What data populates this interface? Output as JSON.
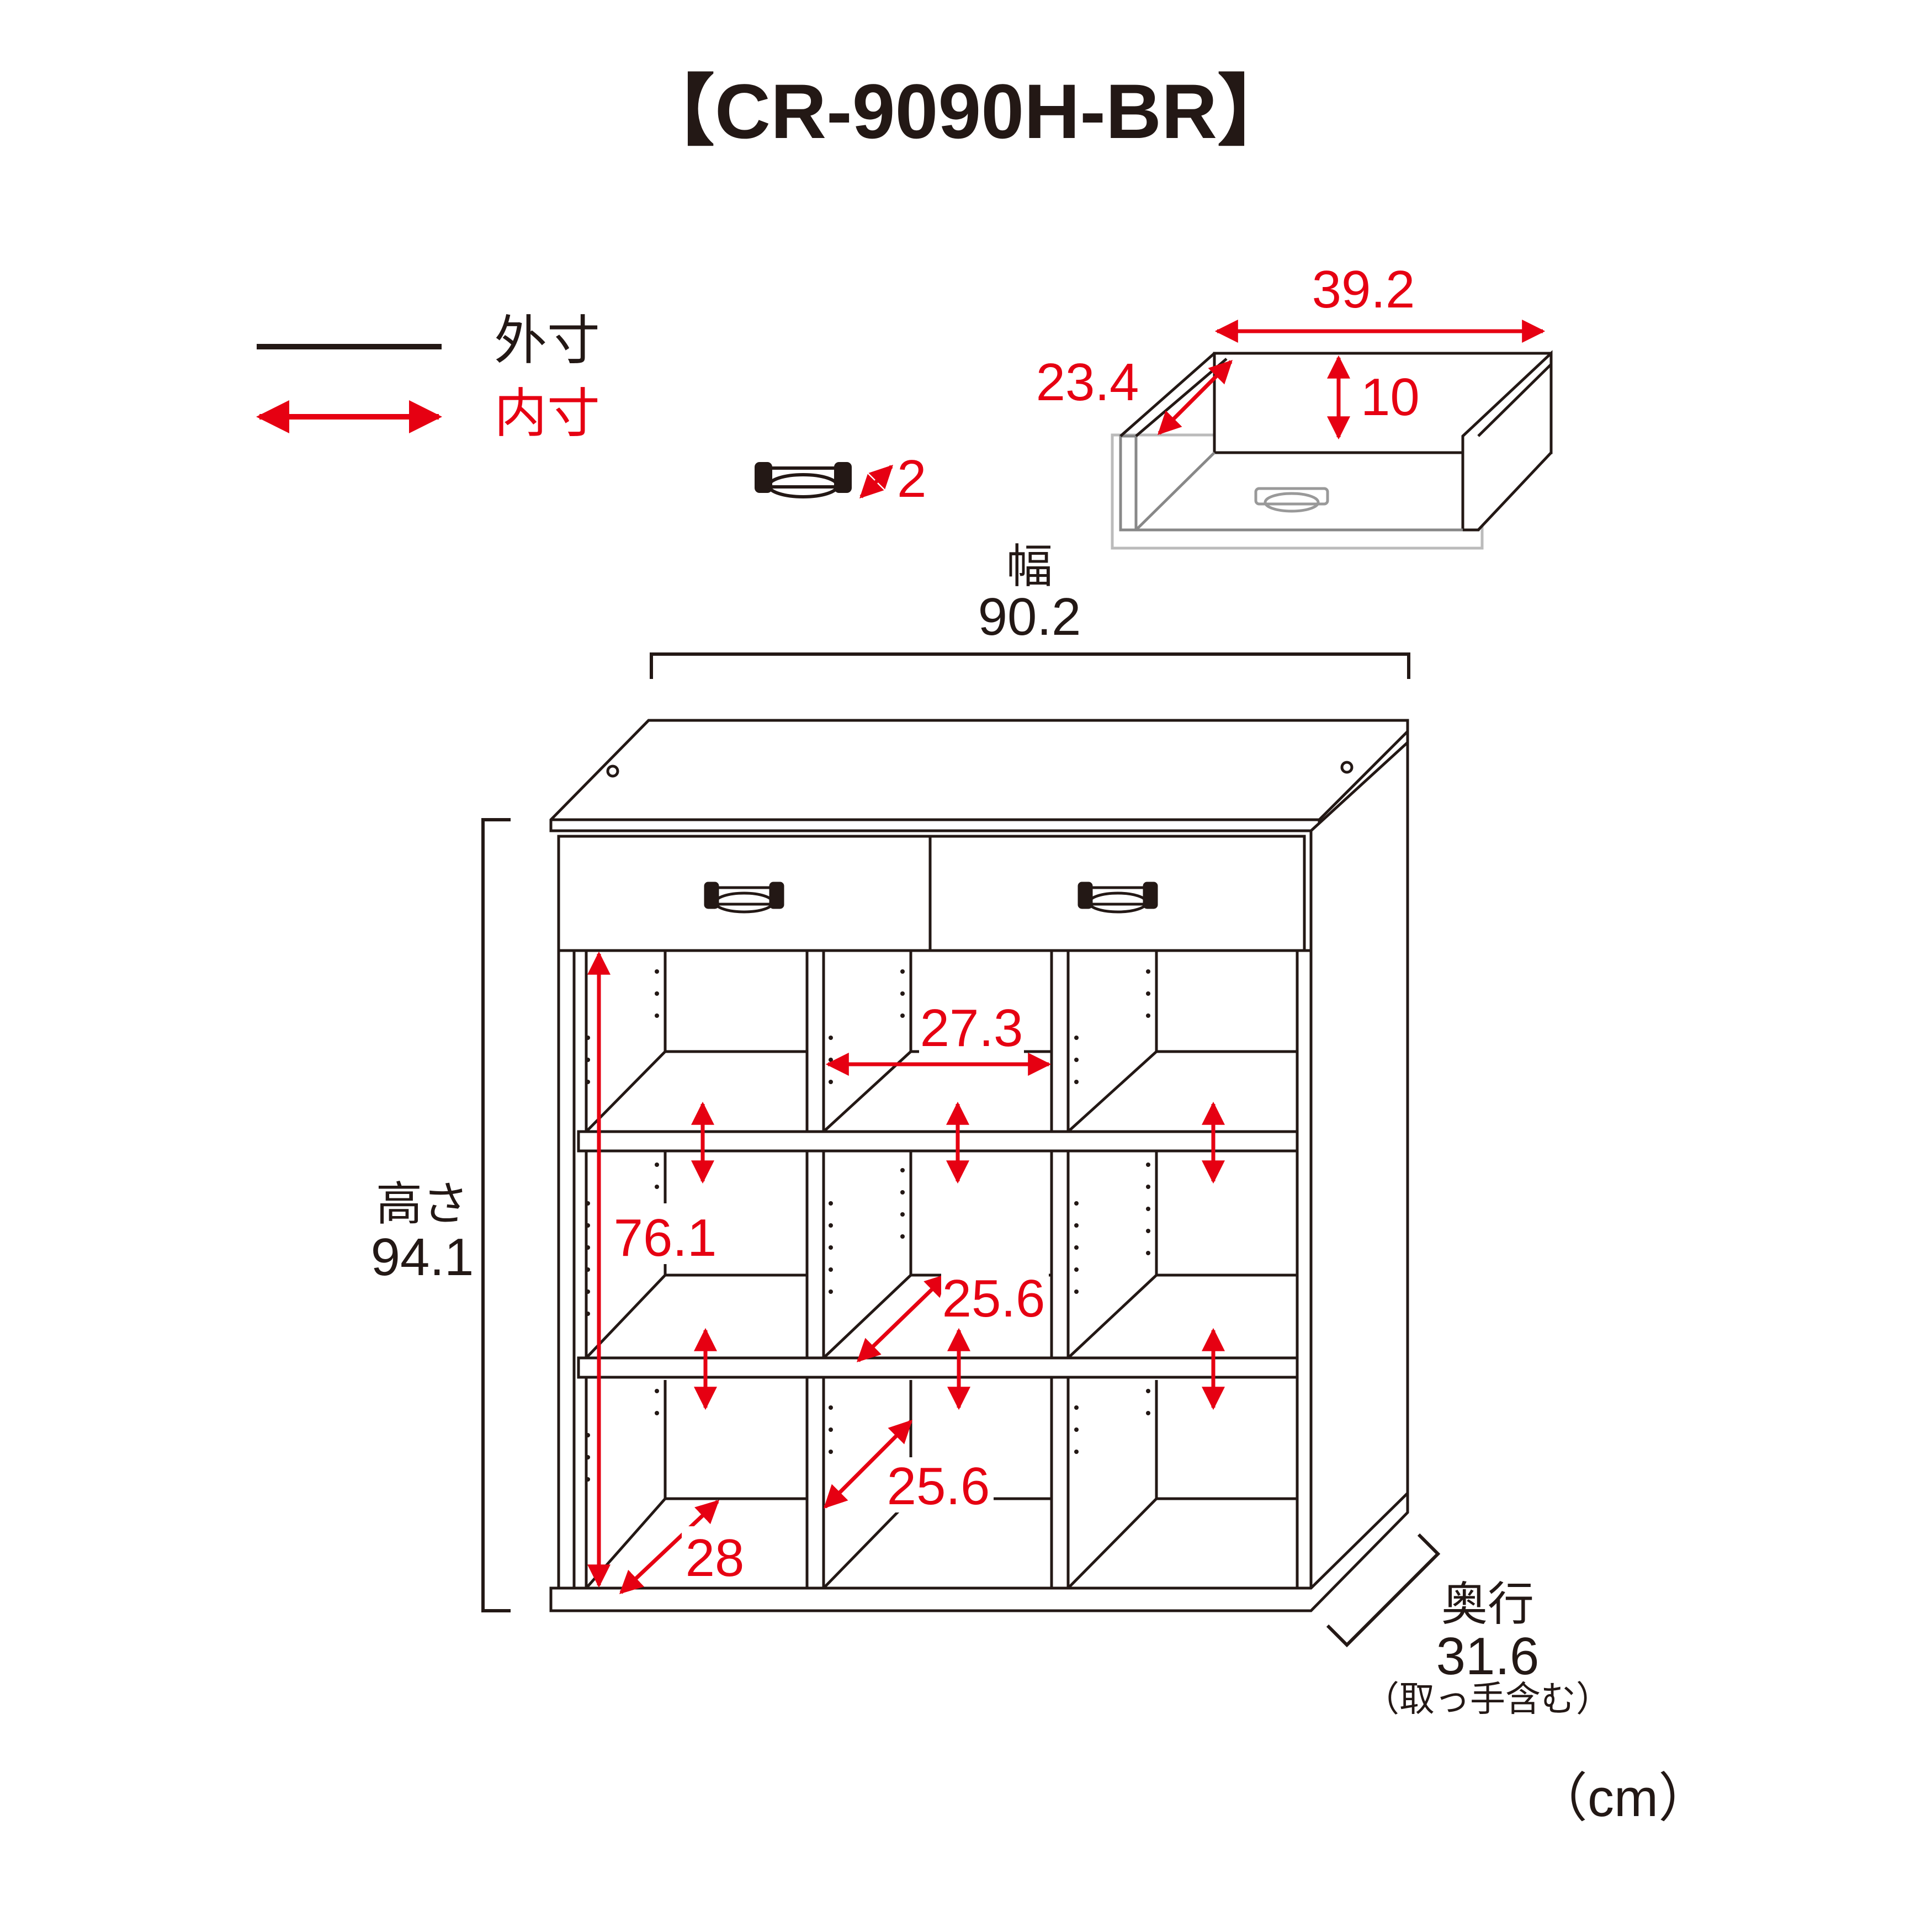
{
  "title": "【CR-9090H-BR】",
  "legend": {
    "outer_label": "外寸",
    "inner_label": "内寸"
  },
  "handle": {
    "depth": "2"
  },
  "drawer": {
    "width": "39.2",
    "depth": "23.4",
    "height": "10"
  },
  "outer": {
    "width_label": "幅",
    "width": "90.2",
    "height_label": "高さ",
    "height": "94.1",
    "depth_label": "奥行",
    "depth": "31.6",
    "depth_note": "（取っ手含む）"
  },
  "inner": {
    "section_height": "76.1",
    "cell_width": "27.3",
    "shelf_depth_upper": "25.6",
    "shelf_depth_lower": "25.6",
    "bottom_depth": "28"
  },
  "unit": "（cm）",
  "colors": {
    "outer_line": "#231815",
    "inner_line": "#e60012"
  }
}
